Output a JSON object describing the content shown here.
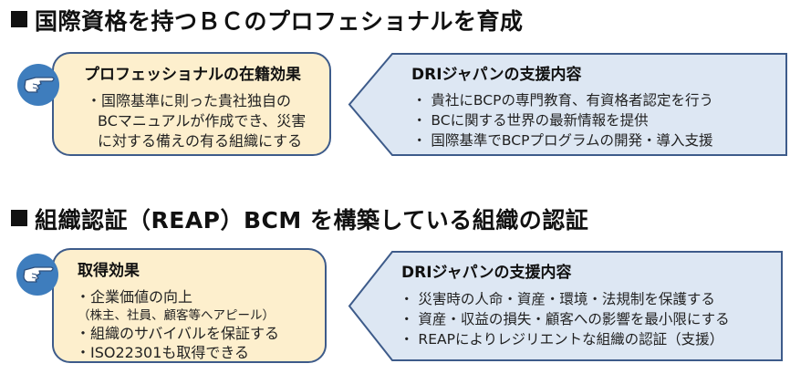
{
  "sections": [
    {
      "title": "国際資格を持つＢＣのプロフェショナルを育成",
      "benefit": {
        "icon": "pointing-hand-icon",
        "heading": "プロフェッショナルの在籍効果",
        "lines": [
          "・国際基準に則った貴社独自の",
          "BCマニュアルが作成でき、災害",
          "に対する備えの有る組織にする"
        ]
      },
      "support": {
        "heading": "DRIジャパンの支援内容",
        "lines": [
          "・ 貴社にBCPの専門教育、有資格者認定を行う",
          "・ BCに関する世界の最新情報を提供",
          "・ 国際基準でBCPプログラムの開発・導入支援"
        ]
      }
    },
    {
      "title": "組織認証（REAP）BCM を構築している組織の認証",
      "benefit": {
        "icon": "pointing-hand-icon",
        "heading": "取得効果",
        "lines": [
          "・企業価値の向上",
          "（株主、社員、顧客等へアピール）",
          "・組織のサバイバルを保証する",
          "・ISO22301も取得できる"
        ]
      },
      "support": {
        "heading": "DRIジャパンの支援内容",
        "lines": [
          "・ 災害時の人命・資産・環境・法規制を保護する",
          "・ 資産・収益の損失・顧客への影響を最小限にする",
          "・ REAPによりレジリエントな組織の認証（支援）"
        ]
      }
    }
  ],
  "colors": {
    "benefit_fill": "#fdefcd",
    "support_fill": "#dde7f3",
    "border": "#3d5b8a",
    "icon_circle": "#3e7dbd"
  }
}
